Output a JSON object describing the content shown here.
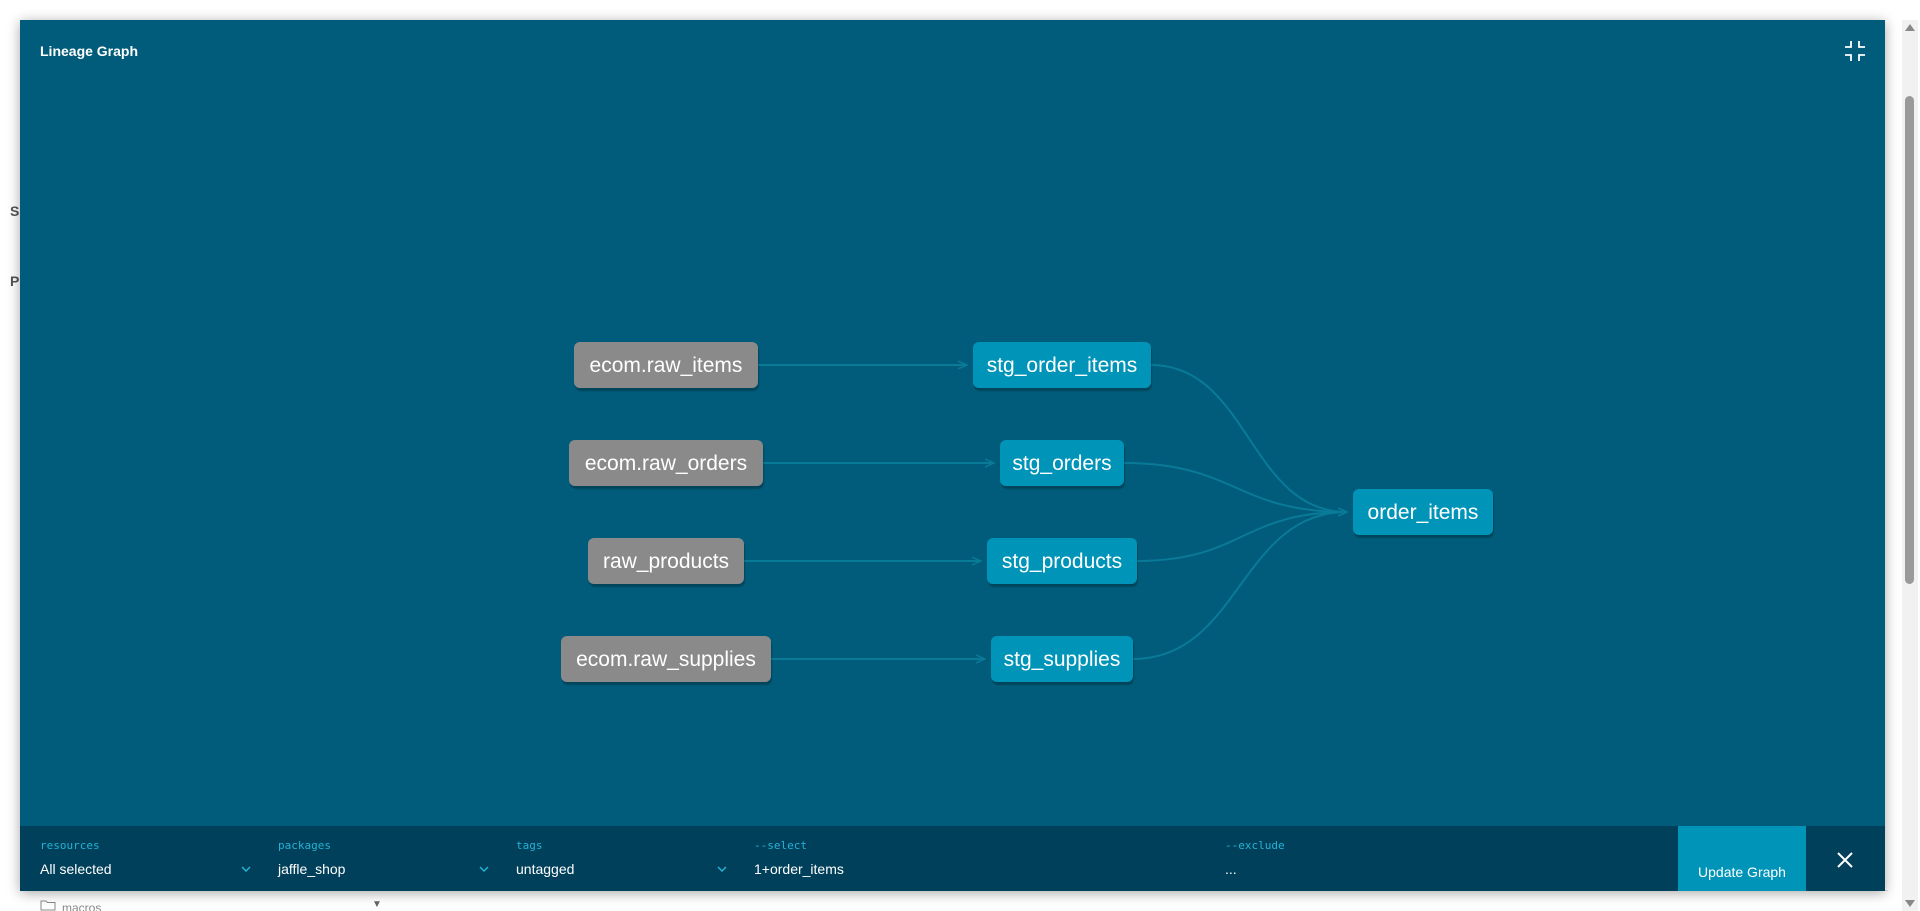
{
  "modal": {
    "title": "Lineage Graph"
  },
  "background": {
    "letter_1": "S",
    "letter_2": "P",
    "folder_text": "macros"
  },
  "graph": {
    "nodes": [
      {
        "id": "ecom_raw_items",
        "label": "ecom.raw_items",
        "kind": "source"
      },
      {
        "id": "ecom_raw_orders",
        "label": "ecom.raw_orders",
        "kind": "source"
      },
      {
        "id": "raw_products",
        "label": "raw_products",
        "kind": "source"
      },
      {
        "id": "ecom_raw_supplies",
        "label": "ecom.raw_supplies",
        "kind": "source"
      },
      {
        "id": "stg_order_items",
        "label": "stg_order_items",
        "kind": "model"
      },
      {
        "id": "stg_orders",
        "label": "stg_orders",
        "kind": "model"
      },
      {
        "id": "stg_products",
        "label": "stg_products",
        "kind": "model"
      },
      {
        "id": "stg_supplies",
        "label": "stg_supplies",
        "kind": "model"
      },
      {
        "id": "order_items",
        "label": "order_items",
        "kind": "model"
      }
    ],
    "edges": [
      [
        "ecom_raw_items",
        "stg_order_items"
      ],
      [
        "ecom_raw_orders",
        "stg_orders"
      ],
      [
        "raw_products",
        "stg_products"
      ],
      [
        "ecom_raw_supplies",
        "stg_supplies"
      ],
      [
        "stg_order_items",
        "order_items"
      ],
      [
        "stg_orders",
        "order_items"
      ],
      [
        "stg_products",
        "order_items"
      ],
      [
        "stg_supplies",
        "order_items"
      ]
    ],
    "colors": {
      "source_node": "#8a8a8a",
      "model_node": "#0094b8",
      "edge": "#0a7a99",
      "canvas": "#005c7a"
    }
  },
  "footer": {
    "resources": {
      "label": "resources",
      "value": "All selected"
    },
    "packages": {
      "label": "packages",
      "value": "jaffle_shop"
    },
    "tags": {
      "label": "tags",
      "value": "untagged"
    },
    "select": {
      "label": "--select",
      "value": "1+order_items"
    },
    "exclude": {
      "label": "--exclude",
      "value": "..."
    },
    "update_button": "Update Graph"
  },
  "icons": {
    "collapse": "collapse-icon",
    "close": "close-icon",
    "chevron": "chevron-down-icon"
  }
}
